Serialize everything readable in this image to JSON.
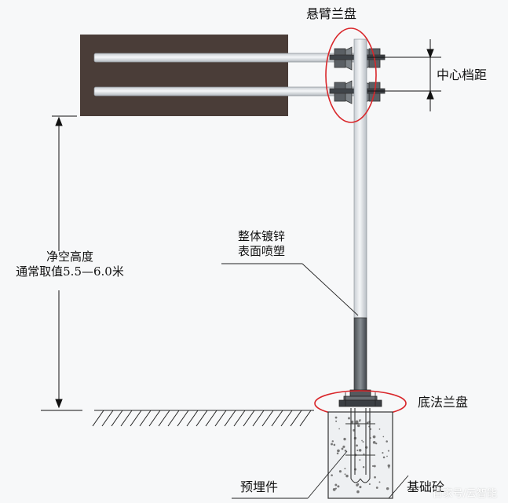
{
  "labels": {
    "cantilever_flange": "悬臂兰盘",
    "center_spacing": "中心档距",
    "clear_height_line1": "净空高度",
    "clear_height_line2": "通常取值5.5—6.0米",
    "galvanized_line1": "整体镀锌",
    "galvanized_line2": "表面喷塑",
    "base_flange": "底法兰盘",
    "embedded_part": "预埋件",
    "foundation_concrete": "基础砼"
  },
  "watermark": "百家号/云智能",
  "colors": {
    "background": "#f7f8f9",
    "sign_panel": "#4a3d38",
    "pole": "#e8ebee",
    "pole_lower": "#6b7075",
    "highlight_ellipse": "#d9262a",
    "line": "#111111",
    "concrete": "#eef0f2"
  },
  "icons": [
    "cantilever-flange-highlight",
    "base-flange-highlight",
    "ground-hatch"
  ]
}
